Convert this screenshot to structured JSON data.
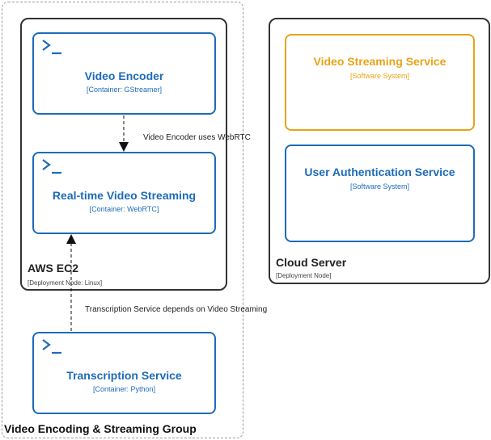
{
  "group": {
    "label": "Video Encoding & Streaming Group"
  },
  "aws_node": {
    "label": "AWS EC2",
    "sublabel": "[Deployment Node: Linux]"
  },
  "cloud_node": {
    "label": "Cloud Server",
    "sublabel": "[Deployment Node]"
  },
  "containers": {
    "encoder": {
      "title": "Video Encoder",
      "subtitle": "[Container: GStreamer]"
    },
    "streaming": {
      "title": "Real-time Video Streaming",
      "subtitle": "[Container: WebRTC]"
    },
    "transcription": {
      "title": "Transcription Service",
      "subtitle": "[Container: Python]"
    }
  },
  "systems": {
    "video_streaming": {
      "title": "Video Streaming Service",
      "subtitle": "[Software System]"
    },
    "user_auth": {
      "title": "User Authentication Service",
      "subtitle": "[Software System]"
    }
  },
  "edges": {
    "encoder_to_streaming": "Video Encoder uses WebRTC",
    "transcription_to_streaming": "Transcription Service depends on Video Streaming"
  },
  "colors": {
    "container_blue": "#1e6bb8",
    "system_orange": "#e8a317",
    "node_border": "#333333"
  }
}
